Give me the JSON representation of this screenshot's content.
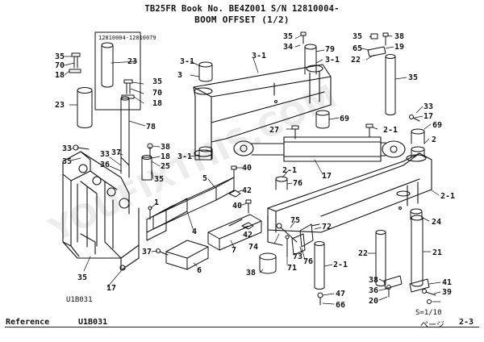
{
  "header": {
    "line1": "TB25FR  Book No. BE4Z001  S/N  12810004-",
    "line2": "BOOM OFFSET (1/2)"
  },
  "inset_label": "12810004-12810079",
  "figure_code": "U1B031",
  "scale": "S=1/10",
  "footer": {
    "reference_label": "Reference",
    "reference_value": "U1B031",
    "page_label": "ページ",
    "page_number": "2-3"
  },
  "watermark": {
    "text": "YOUFIXTHIS.COM",
    "color": "#d7d7d7"
  },
  "callouts": [
    "35",
    "70",
    "18",
    "23",
    "23",
    "35",
    "70",
    "18",
    "78",
    "33",
    "35",
    "33",
    "36",
    "38",
    "18",
    "25",
    "35",
    "37",
    "1",
    "35",
    "17",
    "3-1",
    "3",
    "3-1",
    "3-1",
    "5",
    "40",
    "42",
    "40",
    "42",
    "4",
    "37",
    "6",
    "7",
    "35",
    "34",
    "79",
    "3-1",
    "69",
    "27",
    "17",
    "2-1",
    "76",
    "75",
    "72",
    "74",
    "73",
    "76",
    "71",
    "2-1",
    "38",
    "47",
    "66",
    "35",
    "38",
    "65",
    "19",
    "22",
    "35",
    "33",
    "17",
    "69",
    "2-1",
    "2",
    "2-1",
    "24",
    "22",
    "21",
    "38",
    "36",
    "20",
    "41",
    "39"
  ]
}
